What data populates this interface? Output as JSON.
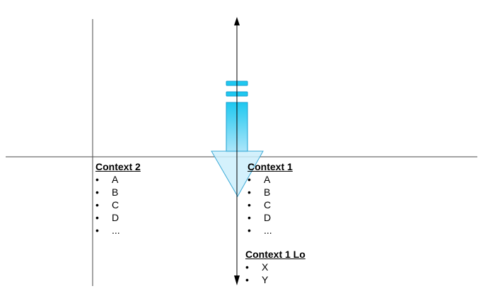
{
  "colors": {
    "line": "#4a4a4a",
    "arrow_fill": "#1ec8f0",
    "arrow_stroke": "#1a9fd0",
    "triangle_fill": "#cdeffb",
    "triangle_stroke": "#3aa9d6"
  },
  "context2": {
    "title": "Context 2",
    "items": [
      "A",
      "B",
      "C",
      "D",
      "..."
    ]
  },
  "context1": {
    "title": "Context 1",
    "items": [
      "A",
      "B",
      "C",
      "D",
      "..."
    ]
  },
  "context1lo": {
    "title": "Context 1 Lo",
    "items": [
      "X",
      "Y"
    ]
  },
  "bullet_glyph": "•"
}
